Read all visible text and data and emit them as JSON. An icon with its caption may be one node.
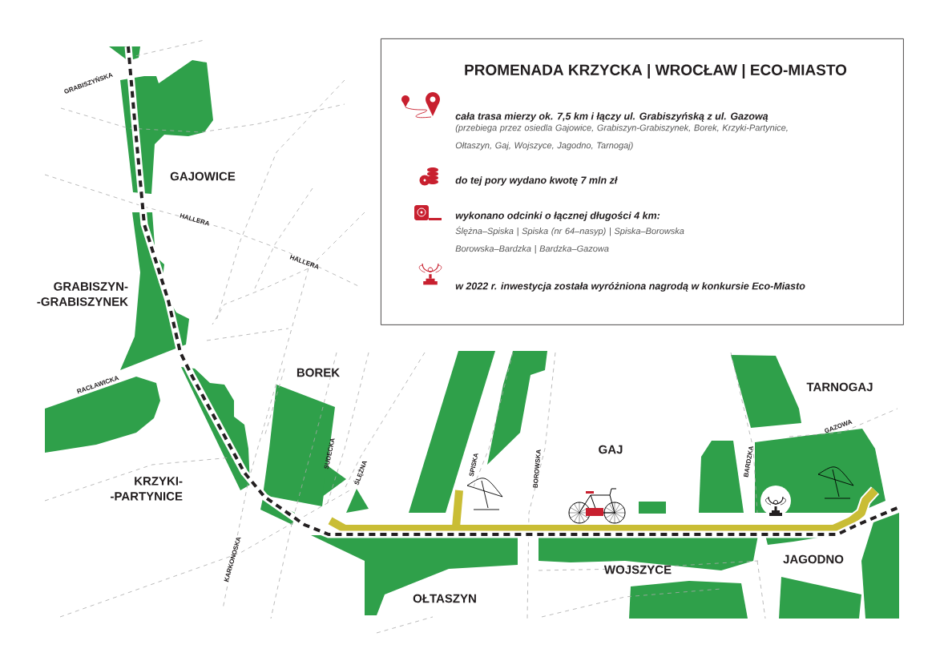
{
  "diagram": {
    "title": "PROMENADA KRZYCKA | WROCŁAW | ECO-MIASTO",
    "nodes": [
      {
        "text": [
          "cała trasa mierzy ok. 7,5 km i łączy ul. Grabiszyńską z ul. Gazową",
          "(przebiega przez osiedla Gajowice, Grabiszyn-Grabiszynek, Borek, Krzyki-Partynice, Ołtaszyn, Gaj, Wojszyce, Jagodno, Tarnogaj)",
          "do tej pory wydano kwotę 7 mln zł",
          "wykonano odcinki o łącznej długości 4 km:",
          "Ślężna–Spiska | Spiska (nr 64–nasyp) | Spiska–Borowska Borowska–Bardzka | Bardzka–Gazowa",
          "w 2022 r. inwestycja została wyróżniona nagrodą w konkursie Eco-Miasto"
        ]
      }
    ],
    "labels": [
      "GRABISZYŃSKA",
      "GAJOWICE",
      "HALLERA",
      "HALLERA",
      "GRABISZYN- -GRABISZYNEK",
      "BOREK",
      "TARNOGAJ",
      "RACŁAWICKA",
      "GAZOWA",
      "SUDECKA",
      "ŚLĘŻNA",
      "SPISKA",
      "BOROWSKA",
      "GAJ",
      "BARDZKA",
      "KRZYKI- -PARTYNICE",
      "KARKONOSKA",
      "JAGODNO",
      "WOJSZYCE",
      "OŁTASZYN"
    ]
  }
}
